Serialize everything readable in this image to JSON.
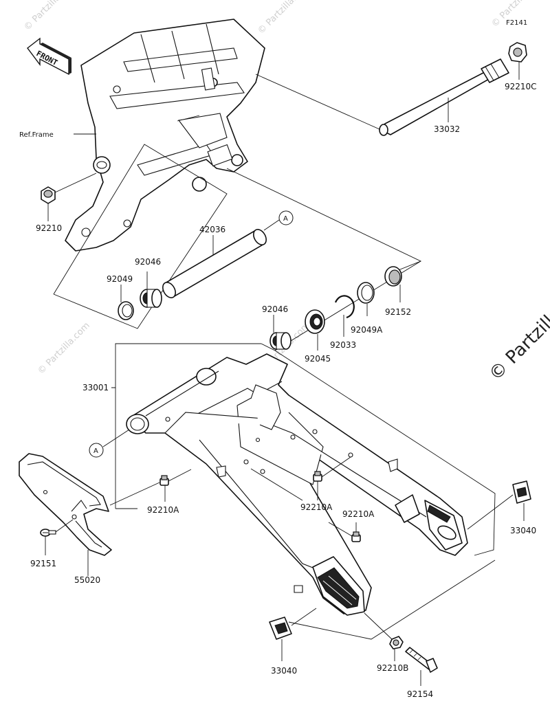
{
  "figure_code": "F2141",
  "front_sign": "FRONT",
  "ref_frame": "Ref.Frame",
  "marker_a": "A",
  "watermark_small": "© Partzilla.com",
  "watermark_large": "© Partzilla",
  "parts": {
    "p33032": "33032",
    "p92210C": "92210C",
    "p92210": "92210",
    "p42036": "42036",
    "p92046_left": "92046",
    "p92049": "92049",
    "p92046_right": "92046",
    "p92045": "92045",
    "p92033": "92033",
    "p92049A": "92049A",
    "p92152": "92152",
    "p33001": "33001",
    "p92210A_1": "92210A",
    "p92210A_2": "92210A",
    "p92210A_3": "92210A",
    "p33040_right": "33040",
    "p33040_bottom": "33040",
    "p92151": "92151",
    "p55020": "55020",
    "p92210B": "92210B",
    "p92154": "92154"
  }
}
